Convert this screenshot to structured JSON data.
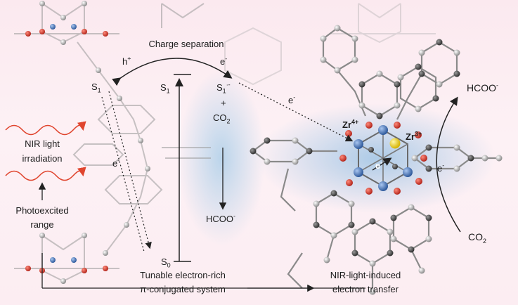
{
  "labels": {
    "charge_separation": "Charge separation",
    "h_plus": "h",
    "h_plus_sup": "+",
    "e_minus": "e",
    "minus_sup": "-",
    "s1_left": "S",
    "s1_left_sub": "1",
    "s1_mid": "S",
    "s1_mid_sub": "1",
    "s1_anion": "S",
    "s1_anion_sub": "1",
    "s1_anion_sup": "·-",
    "plus": "+",
    "co2_mid": "CO",
    "co2_mid_sub": "2",
    "hcoo_mid": "HCOO",
    "hcoo_mid_sup": "-",
    "s0": "S",
    "s0_sub": "0",
    "nir_light": "NIR light",
    "irradiation": "irradiation",
    "photoexcited": "Photoexcited",
    "range": "range",
    "tunable_line1": "Tunable electron-rich",
    "tunable_line2": "π-conjugated system",
    "nir_induced_line1": "NIR-light-induced",
    "nir_induced_line2": "electron transfer",
    "hcoo_right": "HCOO",
    "hcoo_right_sup": "-",
    "co2_right": "CO",
    "co2_right_sub": "2",
    "zr4": "Zr",
    "zr4_sup": "4+",
    "zr3": "Zr",
    "zr3_sup": "3+",
    "e_cluster": "e",
    "e_cluster_sup": "-",
    "e_right_arrow": "e",
    "e_right_arrow_sup": "-",
    "e_diag": "e",
    "e_diag_sup": "-",
    "e_left": "e",
    "e_left_sup": "-"
  },
  "colors": {
    "oxygen": "#d0392f",
    "carbon": "#8c8c8c",
    "zr_cluster": "#4a76b8",
    "zr3_atom": "#f2d21b",
    "nir_wave": "#e0452e",
    "glow_blue": "#bcd6ec"
  }
}
